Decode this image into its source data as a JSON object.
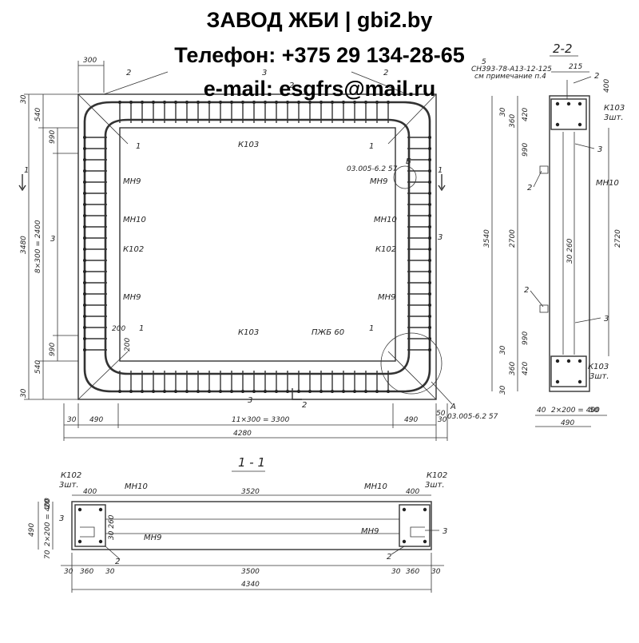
{
  "header": {
    "title": "ЗАВОД ЖБИ | gbi2.by",
    "phone": "Телефон: +375 29 134-28-65",
    "email": "e-mail: esgfrs@mail.ru"
  },
  "plan": {
    "dim_top_left": "300",
    "dim_bottom_total": "4280",
    "dim_bottom_mid": "11×300 = 3300",
    "dim_bottom_left": "490",
    "dim_bottom_right": "490",
    "dim_30_a": "30",
    "dim_30_b": "30",
    "dim_left_total": "3480",
    "dim_left_mid": "8×300 = 2400",
    "dim_540_top": "540",
    "dim_540_bot": "540",
    "dim_990_top": "990",
    "dim_990_bot": "990",
    "dim_30_top": "30",
    "dim_30_bot": "30",
    "lbl_k103_top": "К103",
    "lbl_k103_bot": "К103",
    "lbl_mn9_l1": "МН9",
    "lbl_mn10_l": "МН10",
    "lbl_k102_l": "К102",
    "lbl_mn9_l2": "МН9",
    "lbl_mn9_r1": "МН9",
    "lbl_mn10_r": "МН10",
    "lbl_k102_r": "К102",
    "lbl_mn9_r2": "МН9",
    "lbl_pzhb": "ПЖБ 60",
    "lbl_200a": "200",
    "lbl_200b": "200",
    "lbl_note_1": "СН393-78-А13-12-125",
    "lbl_note_2": "см примечание п.4",
    "lbl_5": "5",
    "lbl_b": "Б",
    "lbl_b_ref": "03.005-6.2  57",
    "lbl_a": "А",
    "lbl_a_ref": "03.005-6.2  57",
    "pos_1a": "1",
    "pos_1b": "1",
    "pos_1c": "1",
    "pos_1d": "1",
    "pos_2a": "2",
    "pos_2b": "2",
    "pos_2c": "2",
    "pos_3a": "3",
    "pos_3b": "3",
    "pos_3c": "3",
    "pos_3d": "3",
    "cut_1": "1",
    "cut_1b": "1",
    "cut_2": "2",
    "lbl_50": "50"
  },
  "section22": {
    "title": "2-2",
    "dim_215": "215",
    "dim_400": "400",
    "dim_30a": "30",
    "dim_360a": "360",
    "dim_420a": "420",
    "dim_990a": "990",
    "dim_3540": "3540",
    "dim_2700": "2700",
    "dim_2720": "2720",
    "dim_30b": "30",
    "dim_360b": "360",
    "dim_420b": "420",
    "dim_990b": "990",
    "dim_30c": "30",
    "dim_40": "40",
    "dim_mid": "2×200 = 400",
    "dim_50": "50",
    "dim_490": "490",
    "lbl_k103a": "К103",
    "lbl_3sht_a": "3шт.",
    "lbl_k103b": "К103",
    "lbl_3sht_b": "3шт.",
    "lbl_mn10": "МН10",
    "lbl_d260": "30  260",
    "pos_2a": "2",
    "pos_2b": "2",
    "pos_2c": "2",
    "pos_3a": "3",
    "pos_3b": "3"
  },
  "section11": {
    "title": "1 - 1",
    "lbl_k102l": "К102",
    "lbl_3sht_l": "3шт.",
    "lbl_k102r": "К102",
    "lbl_3sht_r": "3шт.",
    "dim_400l": "400",
    "dim_400r": "400",
    "lbl_mn10l": "МН10",
    "lbl_mn10r": "МН10",
    "dim_3520": "3520",
    "dim_490": "490",
    "dim_3": "3",
    "dim_mid": "2×200 = 400",
    "dim_20": "20",
    "dim_70": "70",
    "lbl_d260": "30  260",
    "lbl_mn9l": "МН9",
    "lbl_mn9r": "МН9",
    "pos_2l": "2",
    "pos_2r": "2",
    "pos_3r": "3",
    "dim_30a": "30",
    "dim_360l": "360",
    "dim_30b": "30",
    "dim_3500": "3500",
    "dim_30c": "30",
    "dim_360r": "360",
    "dim_30d": "30",
    "dim_4340": "4340"
  }
}
